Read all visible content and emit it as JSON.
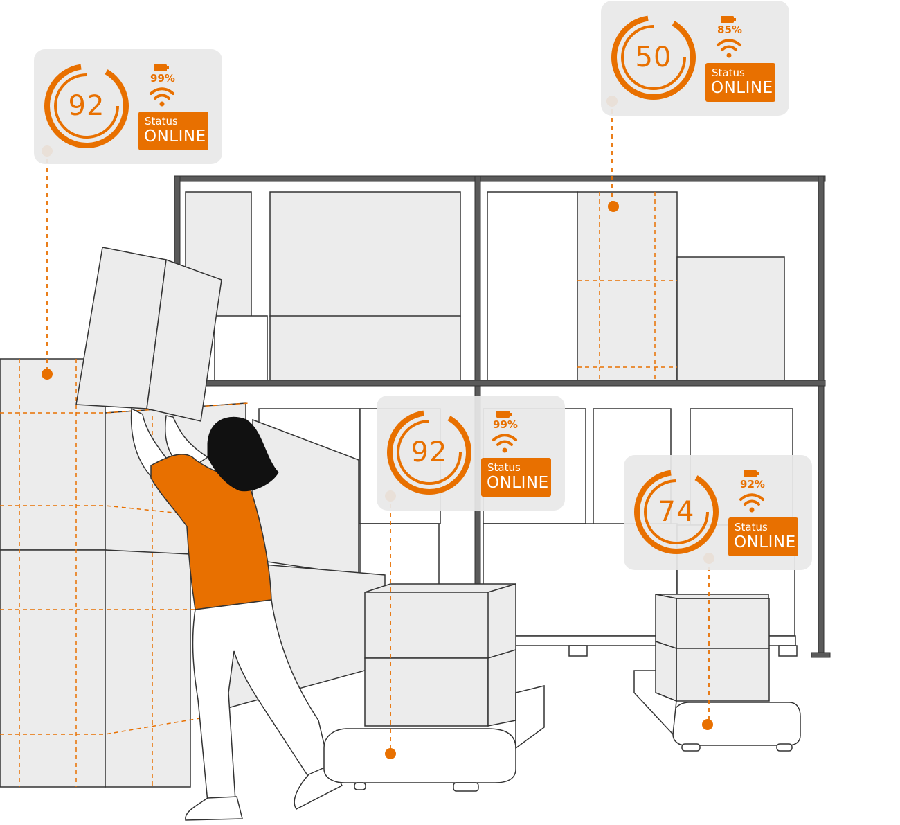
{
  "colors": {
    "accent": "#e87000",
    "card_bg": "#e8e8e8",
    "line": "#333333",
    "box_fill": "#ececec"
  },
  "devices": [
    {
      "id": "top-left",
      "score": "92",
      "battery": "99%",
      "status_label": "Status",
      "status_value": "ONLINE"
    },
    {
      "id": "top-right",
      "score": "50",
      "battery": "85%",
      "status_label": "Status",
      "status_value": "ONLINE"
    },
    {
      "id": "center",
      "score": "92",
      "battery": "99%",
      "status_label": "Status",
      "status_value": "ONLINE"
    },
    {
      "id": "right",
      "score": "74",
      "battery": "92%",
      "status_label": "Status",
      "status_value": "ONLINE"
    }
  ]
}
